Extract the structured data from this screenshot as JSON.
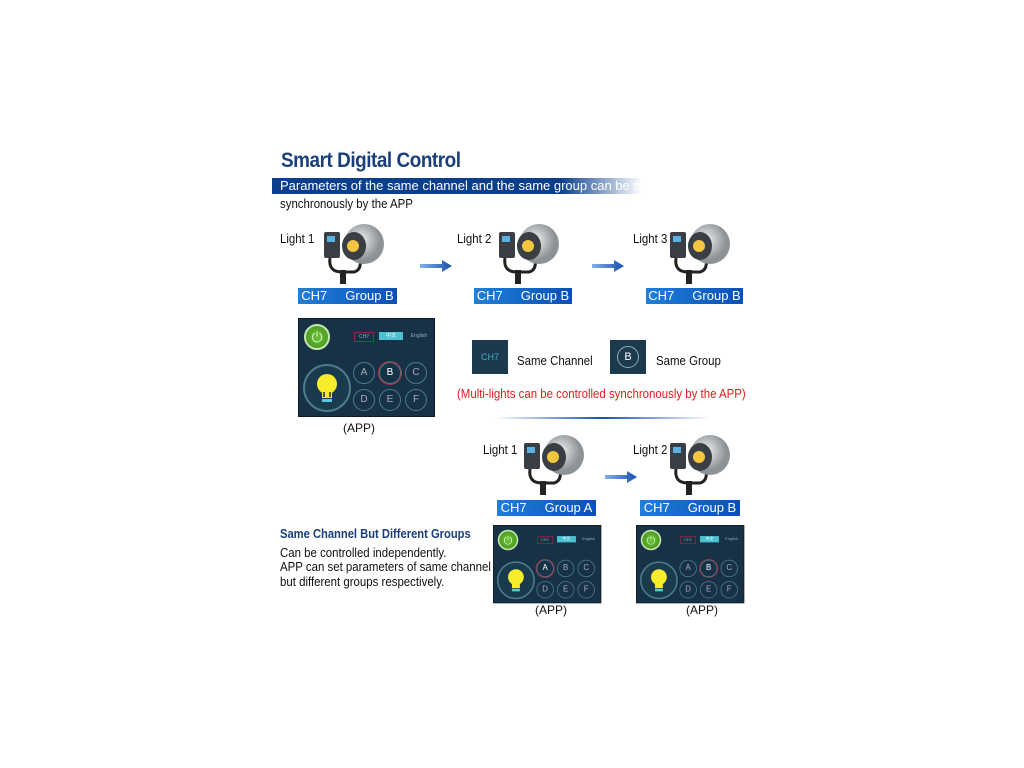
{
  "title": "Smart Digital Control",
  "banner": "Parameters of the same channel and the same group can be set",
  "banner_cont": "synchronously by the APP",
  "top_lights": [
    {
      "label": "Light 1",
      "channel": "CH7",
      "group": "Group B"
    },
    {
      "label": "Light 2",
      "channel": "CH7",
      "group": "Group B"
    },
    {
      "label": "Light 3",
      "channel": "CH7",
      "group": "Group B"
    }
  ],
  "legend": {
    "channel_icon": "CH7",
    "channel_label": "Same Channel",
    "group_icon": "B",
    "group_label": "Same Group"
  },
  "note": "(Multi-lights can be controlled synchronously by the APP)",
  "app": {
    "tab_channel": "CH7",
    "tab_chinese": "中文",
    "tab_english": "English",
    "groups": [
      "A",
      "B",
      "C",
      "D",
      "E",
      "F"
    ],
    "caption": "(APP)"
  },
  "bottom_lights": [
    {
      "label": "Light 1",
      "channel": "CH7",
      "group": "Group A"
    },
    {
      "label": "Light 2",
      "channel": "CH7",
      "group": "Group B"
    }
  ],
  "section": {
    "heading": "Same Channel But Different Groups",
    "lines": [
      "Can be controlled independently.",
      "APP can set parameters of same channel",
      "but different groups respectively."
    ]
  },
  "colors": {
    "title": "#1b3f7a",
    "banner": "#0b3f8c",
    "note": "#e01b1b"
  }
}
